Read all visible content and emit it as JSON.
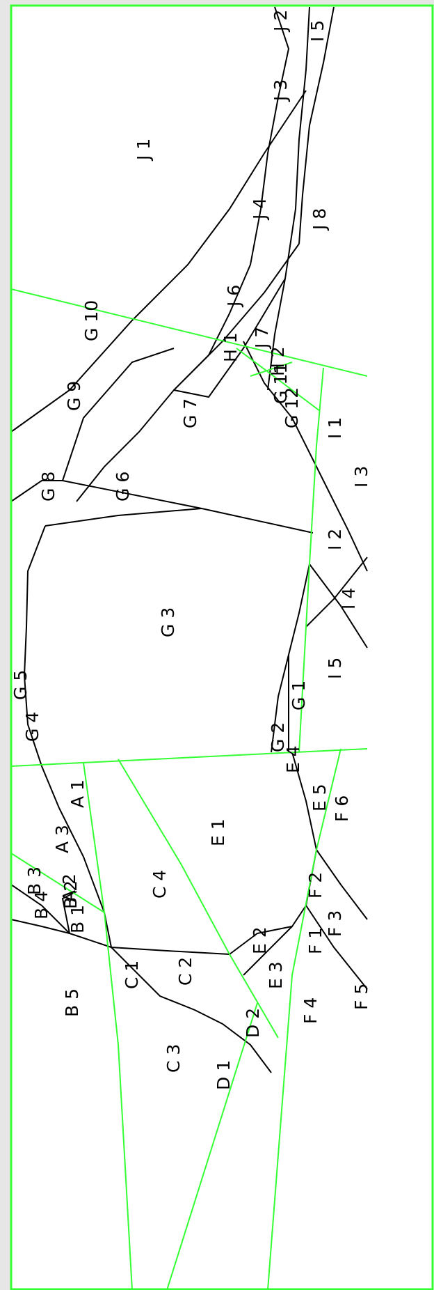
{
  "diagram": {
    "background": "#ffffff",
    "frame_color": "#33ff33",
    "green_color": "#33ff33",
    "black_color": "#000000",
    "labels": [
      "J 1",
      "J 2",
      "I 5",
      "J 3",
      "J 4",
      "J 8",
      "J 6",
      "J 7",
      "G 10",
      "H 1",
      "H 2",
      "G 9",
      "G 7",
      "G 11",
      "G 12",
      "I 1",
      "G 8",
      "G 6",
      "I 3",
      "I 2",
      "I 4",
      "G 3",
      "G 5",
      "I 5",
      "G 1",
      "G 4",
      "G 2",
      "E 4",
      "A 1",
      "E 5",
      "F 6",
      "E 1",
      "A 3",
      "A 2",
      "B 3",
      "C 4",
      "B 4",
      "B 1",
      "B 2",
      "F 2",
      "F 3",
      "F 1",
      "E 2",
      "C 1",
      "C 2",
      "E 3",
      "B 5",
      "F 5",
      "F 4",
      "D 2",
      "C 3",
      "D 1"
    ]
  }
}
